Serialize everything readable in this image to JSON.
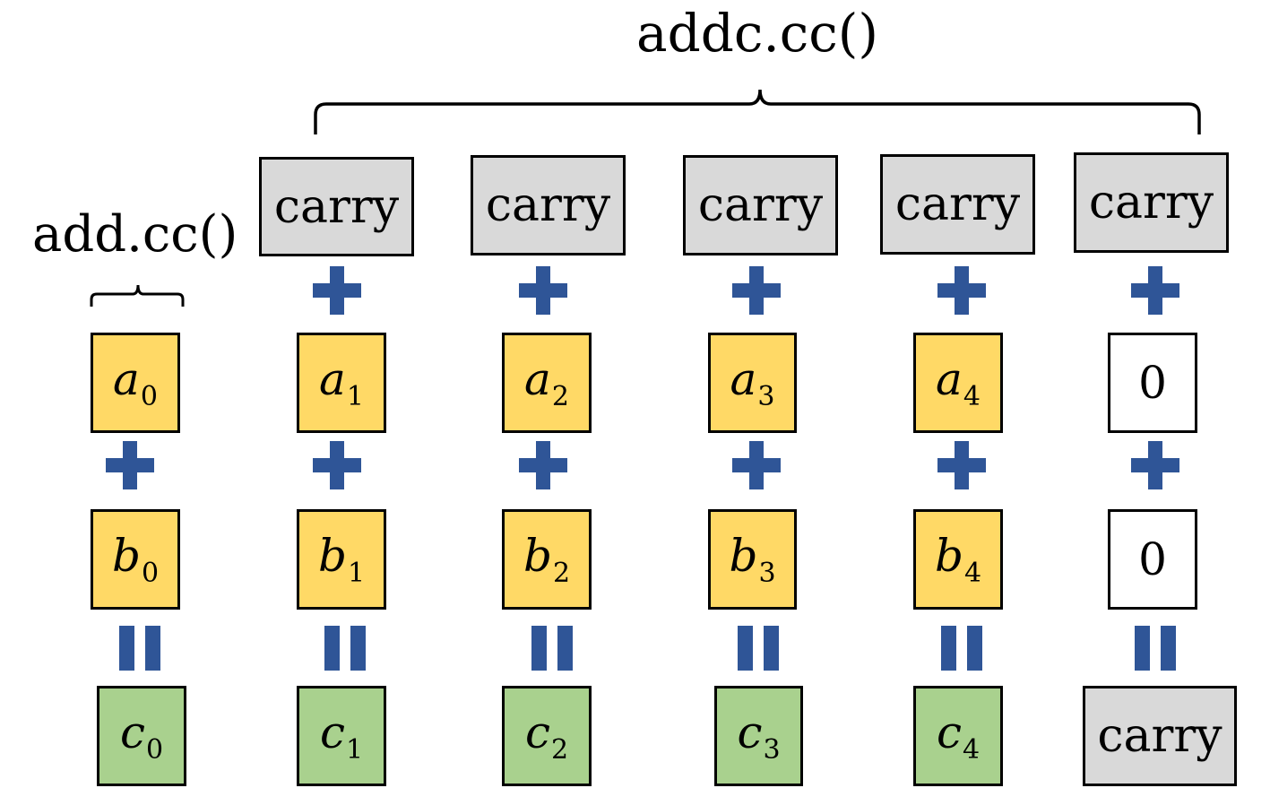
{
  "labels": {
    "addc": "addc.cc()",
    "add": "add.cc()"
  },
  "carry_text": "carry",
  "zero_text": "0",
  "columns": [
    {
      "a": "a",
      "a_sub": "0",
      "b": "b",
      "b_sub": "0",
      "c": "c",
      "c_sub": "0"
    },
    {
      "a": "a",
      "a_sub": "1",
      "b": "b",
      "b_sub": "1",
      "c": "c",
      "c_sub": "1"
    },
    {
      "a": "a",
      "a_sub": "2",
      "b": "b",
      "b_sub": "2",
      "c": "c",
      "c_sub": "2"
    },
    {
      "a": "a",
      "a_sub": "3",
      "b": "b",
      "b_sub": "3",
      "c": "c",
      "c_sub": "3"
    },
    {
      "a": "a",
      "a_sub": "4",
      "b": "b",
      "b_sub": "4",
      "c": "c",
      "c_sub": "4"
    }
  ],
  "colors": {
    "operand": "#ffd966",
    "result": "#a9d18e",
    "carry": "#d9d9d9",
    "operator": "#2f5597"
  }
}
